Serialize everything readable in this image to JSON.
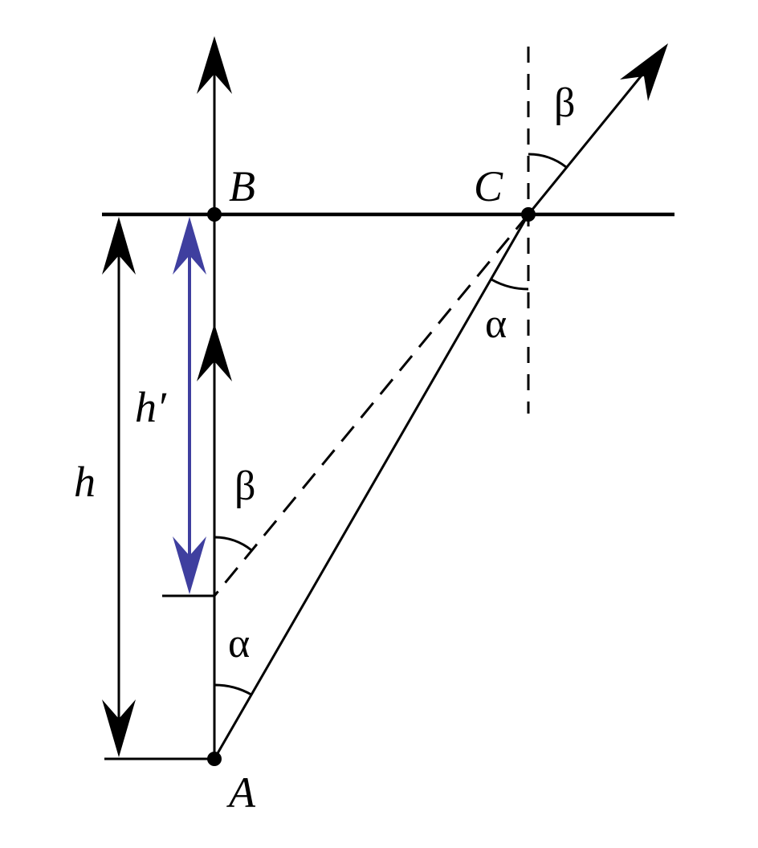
{
  "diagram": {
    "points": {
      "A": "A",
      "B": "B",
      "C": "C"
    },
    "dimensions": {
      "h": "h",
      "h_prime": "h′"
    },
    "angles": {
      "alpha_at_A": "α",
      "beta_at_image": "β",
      "alpha_at_C": "α",
      "beta_at_C": "β"
    },
    "colors": {
      "lines": "#000000",
      "apparent_depth_arrow": "#3f3f9f"
    }
  }
}
